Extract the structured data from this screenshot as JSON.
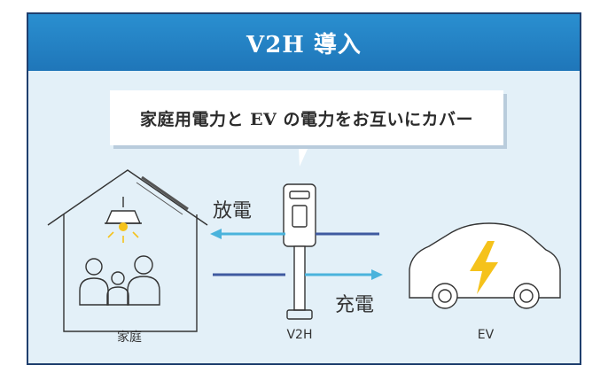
{
  "banner": {
    "title": "V2H 導入"
  },
  "bubble": {
    "text": "家庭用電力と EV の電力をお互いにカバー"
  },
  "flows": {
    "discharge": "放電",
    "charge": "充電"
  },
  "captions": {
    "house": "家庭",
    "v2h": "V2H",
    "ev": "EV"
  },
  "colors": {
    "banner": "#2a8fd0",
    "frame": "#1f3f6e",
    "panel": "#e3f0f8",
    "arrow_light": "#4ab3dc",
    "arrow_dark": "#3f5aa0",
    "bolt": "#f5c21b"
  }
}
